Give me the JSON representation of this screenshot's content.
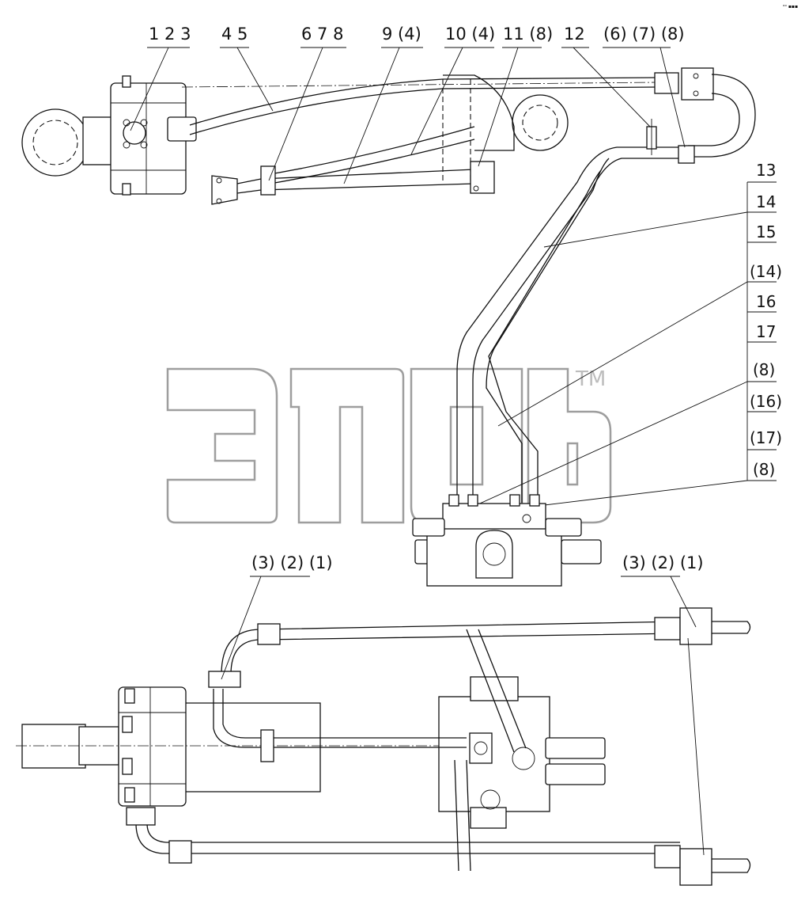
{
  "corner_mark": "ᵒᵒ ▪▪▪",
  "watermark": {
    "tm": "TM"
  },
  "callouts_top": {
    "c123": "1 2 3",
    "c45": "4 5",
    "c678": "6 7 8",
    "c9": "9 (4)",
    "c10": "10 (4)",
    "c11": "11 (8)",
    "c12": "12",
    "c678b": "(6) (7) (8)"
  },
  "callouts_right": [
    "13",
    "14",
    "15",
    "(14)",
    "16",
    "17",
    "(8)",
    "(16)",
    "(17)",
    "(8)"
  ],
  "callouts_bottom": {
    "left": "(3) (2) (1)",
    "right": "(3) (2) (1)"
  }
}
